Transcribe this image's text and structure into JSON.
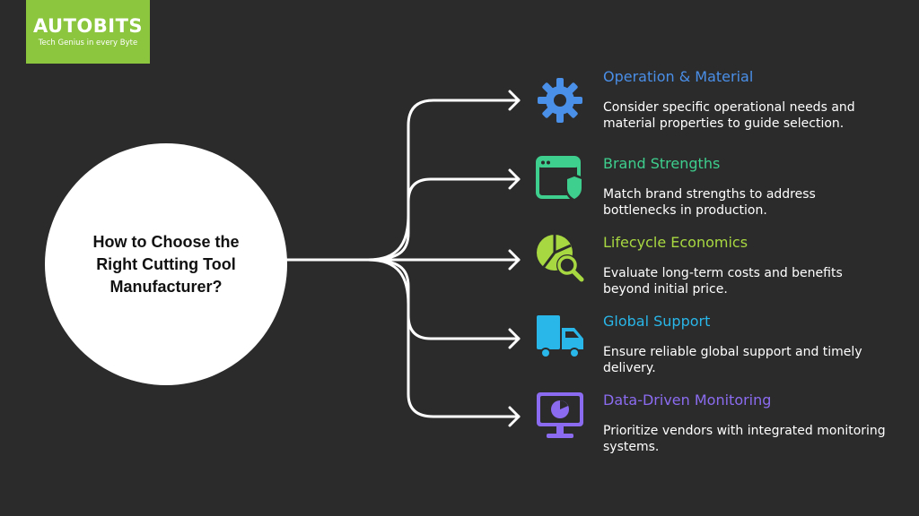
{
  "logo": {
    "brand": "AUTOBITS",
    "tagline": "Tech Genius in every Byte",
    "color": "#8cc63f"
  },
  "center": {
    "title": "How to Choose the Right Cutting Tool Manufacturer?"
  },
  "items": [
    {
      "title": "Operation & Material",
      "description": "Consider specific operational needs and material properties to guide selection.",
      "color": "#4a8fe8",
      "icon": "gear-icon"
    },
    {
      "title": "Brand Strengths",
      "description": "Match brand strengths to address bottlenecks in production.",
      "color": "#3ecf8e",
      "icon": "browser-shield-icon"
    },
    {
      "title": "Lifecycle Economics",
      "description": "Evaluate long-term costs and benefits beyond initial price.",
      "color": "#a8d841",
      "icon": "pie-chart-search-icon"
    },
    {
      "title": "Global Support",
      "description": "Ensure reliable global support and timely delivery.",
      "color": "#29b6e8",
      "icon": "delivery-truck-icon"
    },
    {
      "title": "Data-Driven Monitoring",
      "description": "Prioritize vendors with integrated monitoring systems.",
      "color": "#8b6cf0",
      "icon": "monitor-chart-icon"
    }
  ]
}
